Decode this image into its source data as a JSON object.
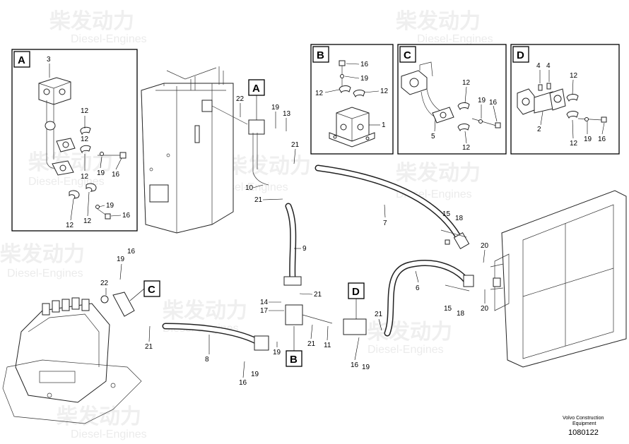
{
  "watermark": {
    "brand_cn": "柴发动力",
    "brand_en": "Diesel-Engines"
  },
  "footer": {
    "company": "Volvo Construction",
    "company2": "Equipment",
    "doc_number": "1080122"
  },
  "detail_views": [
    {
      "id": "A",
      "labels": [
        "3",
        "12",
        "12",
        "19",
        "16",
        "12",
        "19",
        "16",
        "12",
        "12"
      ]
    },
    {
      "id": "B",
      "labels": [
        "16",
        "19",
        "12",
        "12",
        "1"
      ]
    },
    {
      "id": "C",
      "labels": [
        "12",
        "19",
        "16",
        "12",
        "5"
      ]
    },
    {
      "id": "D",
      "labels": [
        "4",
        "4",
        "12",
        "2",
        "12",
        "19",
        "16"
      ]
    }
  ],
  "main_callouts": {
    "A": "A",
    "B": "B",
    "C": "C",
    "D": "D"
  },
  "main_labels": [
    "22",
    "19",
    "13",
    "21",
    "10",
    "21",
    "9",
    "7",
    "15",
    "18",
    "20",
    "6",
    "15",
    "18",
    "20",
    "16",
    "19",
    "22",
    "21",
    "8",
    "14",
    "17",
    "21",
    "21",
    "11",
    "21",
    "19",
    "16",
    "19",
    "16"
  ]
}
